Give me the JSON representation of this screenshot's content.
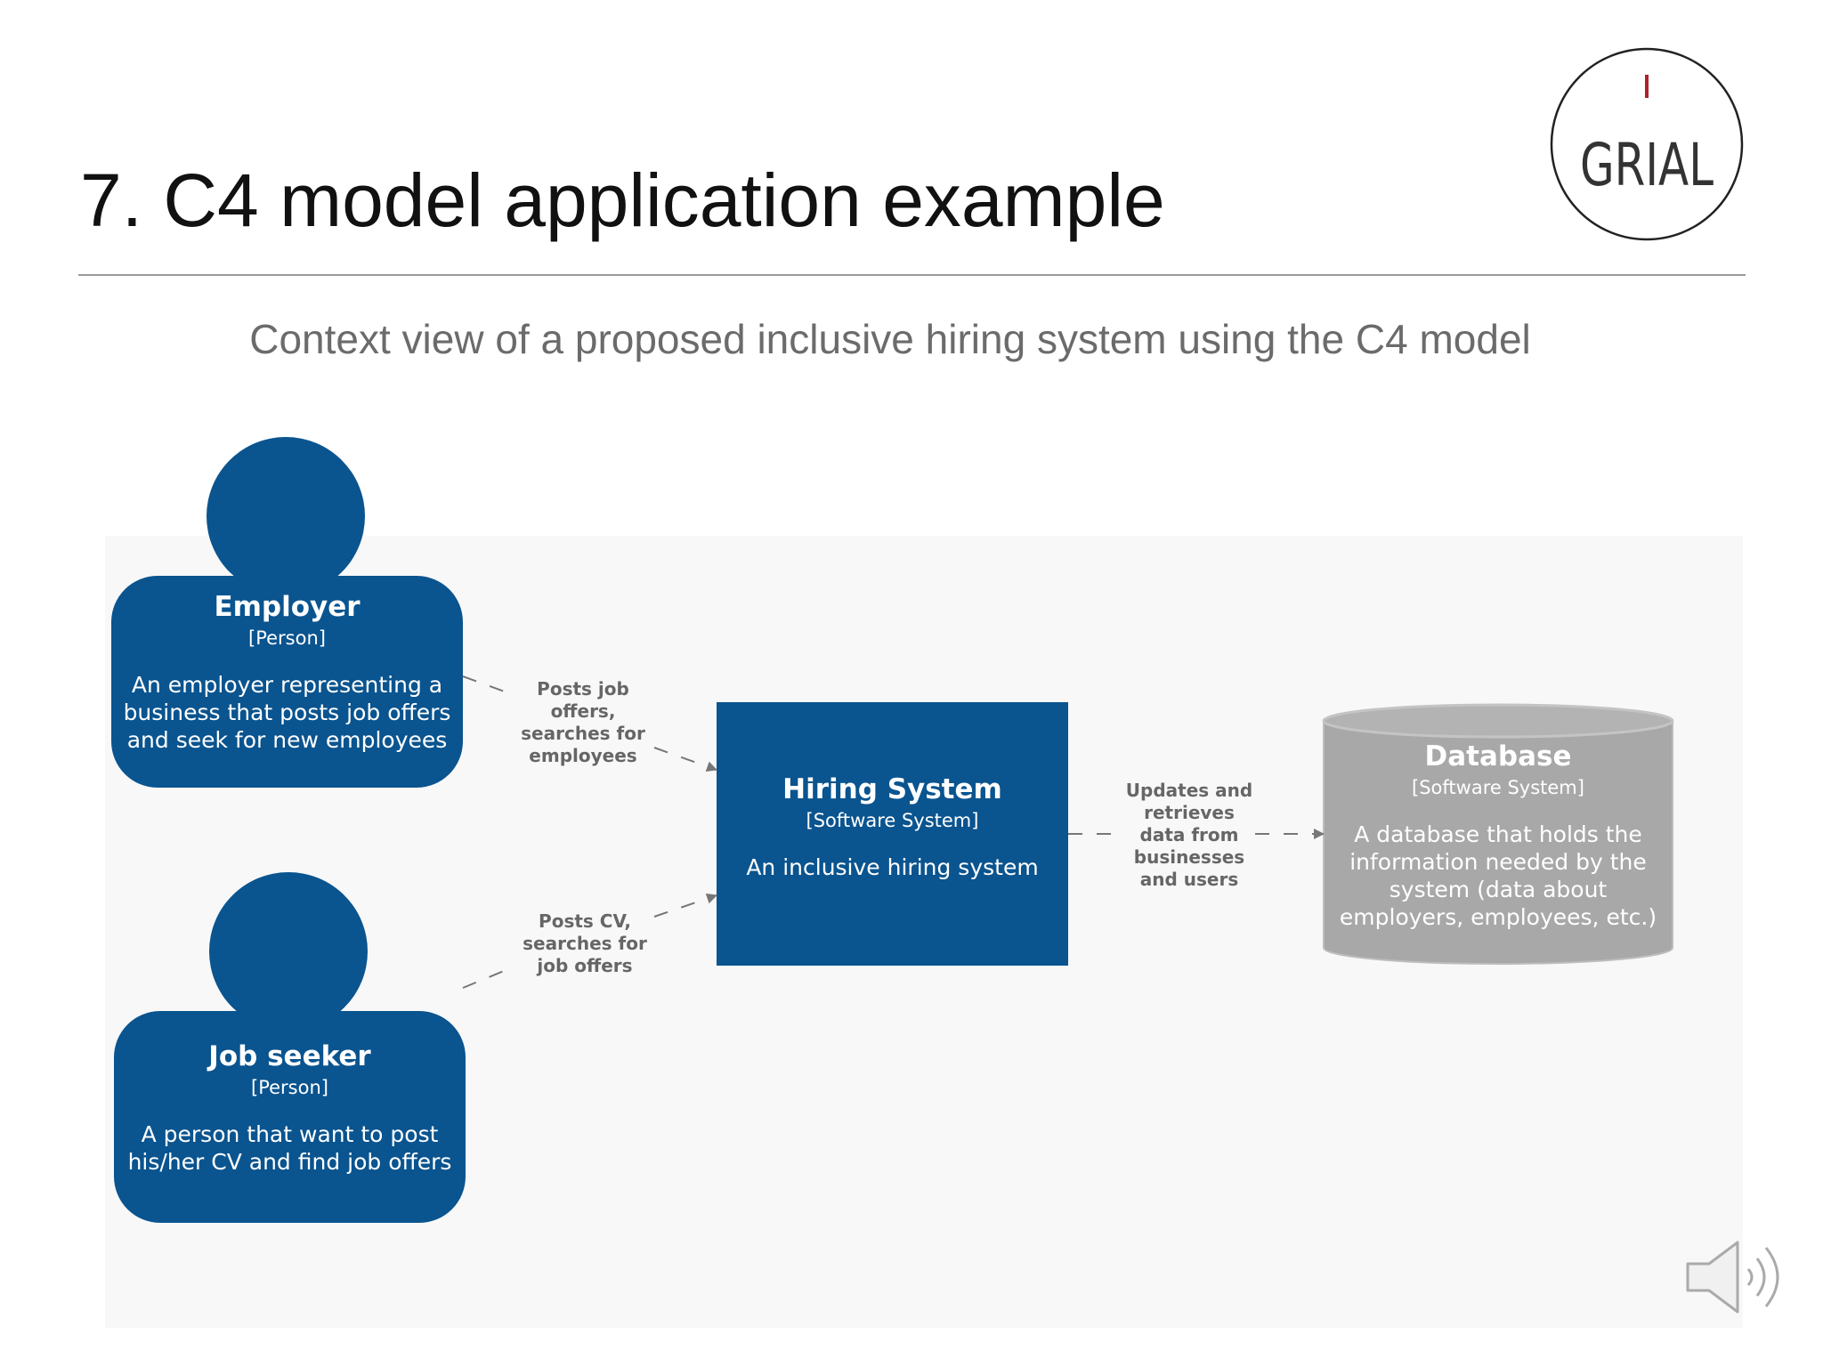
{
  "slide": {
    "title": "7. C4 model application example",
    "subtitle": "Context view of a proposed inclusive hiring system using the C4 model"
  },
  "logo": {
    "text": "GRIAL",
    "accent_color": "#b0212b"
  },
  "colors": {
    "person_blue": "#0a548f",
    "system_blue": "#0a548f",
    "database_gray": "#a8a8a8",
    "edge_gray": "#777777"
  },
  "diagram": {
    "nodes": {
      "employer": {
        "name": "Employer",
        "type": "[Person]",
        "description": [
          "An employer representing a",
          "business that posts job offers",
          "and seek for new employees"
        ]
      },
      "job_seeker": {
        "name": "Job seeker",
        "type": "[Person]",
        "description": [
          "A person that want to post",
          "his/her CV and find job offers"
        ]
      },
      "hiring_system": {
        "name": "Hiring System",
        "type": "[Software System]",
        "description": [
          "An inclusive hiring system"
        ]
      },
      "database": {
        "name": "Database",
        "type": "[Software System]",
        "description": [
          "A database that holds the",
          "information needed by the",
          "system (data about",
          "employers, employees, etc.)"
        ]
      }
    },
    "edges": {
      "employer_to_system": [
        "Posts job",
        "offers,",
        "searches for",
        "employees"
      ],
      "jobseeker_to_system": [
        "Posts CV,",
        "searches for",
        "job offers"
      ],
      "system_to_database": [
        "Updates and",
        "retrieves",
        "data from",
        "businesses",
        "and users"
      ]
    }
  },
  "controls": {
    "audio_icon": "speaker-icon"
  }
}
